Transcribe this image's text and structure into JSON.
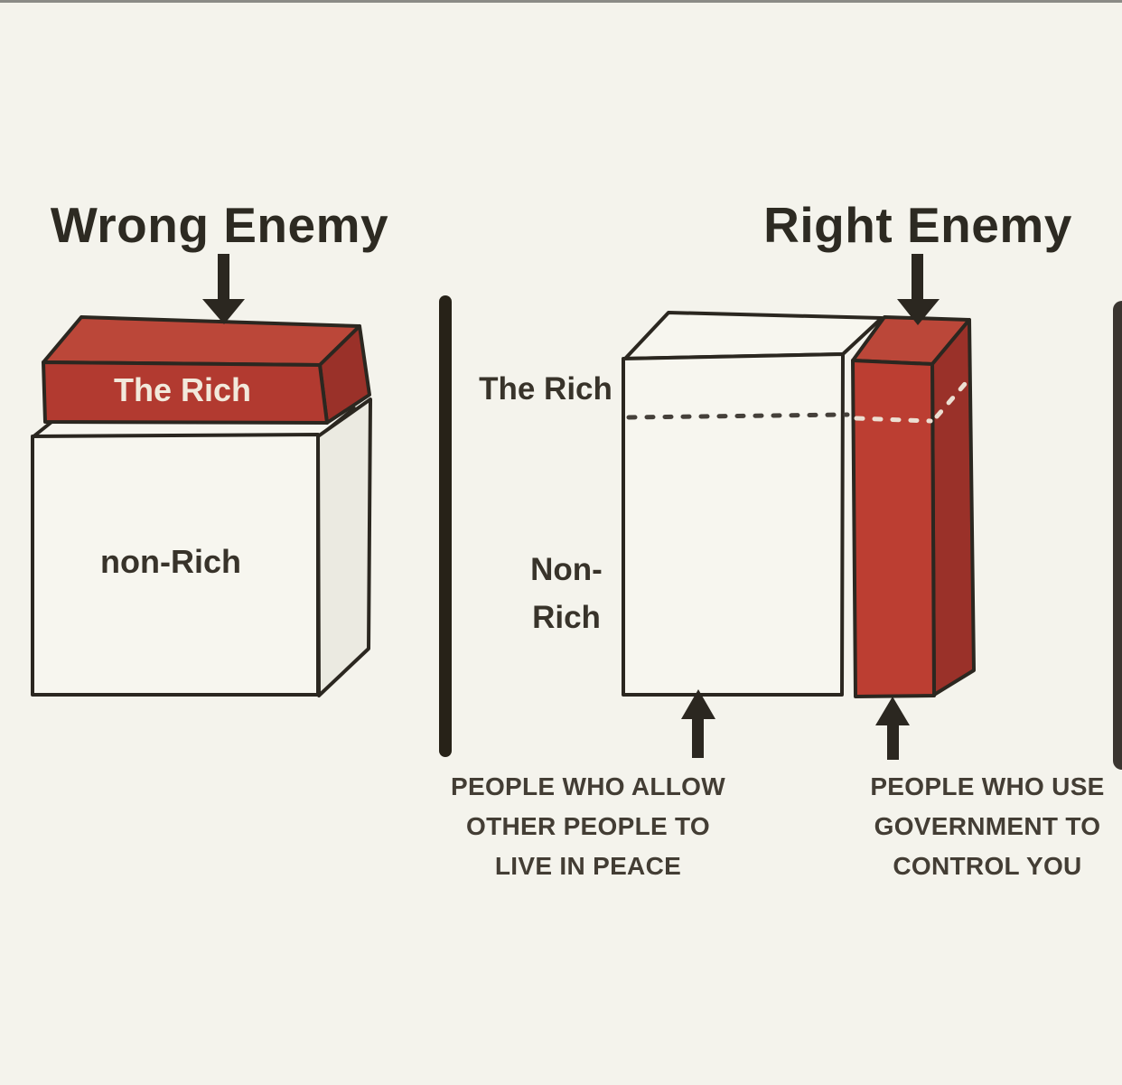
{
  "theme": {
    "colors": {
      "bg": "#f4f3ec",
      "top-line": "#8b8b86",
      "ink-title": "#2d2a22",
      "ink-label": "#38332a",
      "ink-caption": "#433d34",
      "cream": "#f2e9db",
      "outline": "#2b2720",
      "arrow": "#2b2720",
      "divider": "#272218",
      "side-bar": "#3a3530",
      "white-face": "#f7f6ef",
      "white-side": "#ebeae1",
      "red-front": "#b23a30",
      "red-front-bright": "#bc3e32",
      "red-top": "#bb4739",
      "red-side": "#9a3129",
      "dash-dark": "#45403a",
      "dash-light": "#ecdfd2"
    }
  },
  "left_panel": {
    "title": "Wrong Enemy",
    "rich_label": "The Rich",
    "non_rich_label": "non-Rich"
  },
  "right_panel": {
    "title": "Right Enemy",
    "rich_label": "The Rich",
    "non_rich_line1": "Non-",
    "non_rich_line2": "Rich",
    "caption_peace": {
      "line1": "PEOPLE WHO ALLOW",
      "line2": "OTHER PEOPLE TO",
      "line3": "LIVE IN PEACE"
    },
    "caption_control": {
      "line1": "PEOPLE WHO USE",
      "line2": "GOVERNMENT TO",
      "line3": "CONTROL YOU"
    }
  }
}
